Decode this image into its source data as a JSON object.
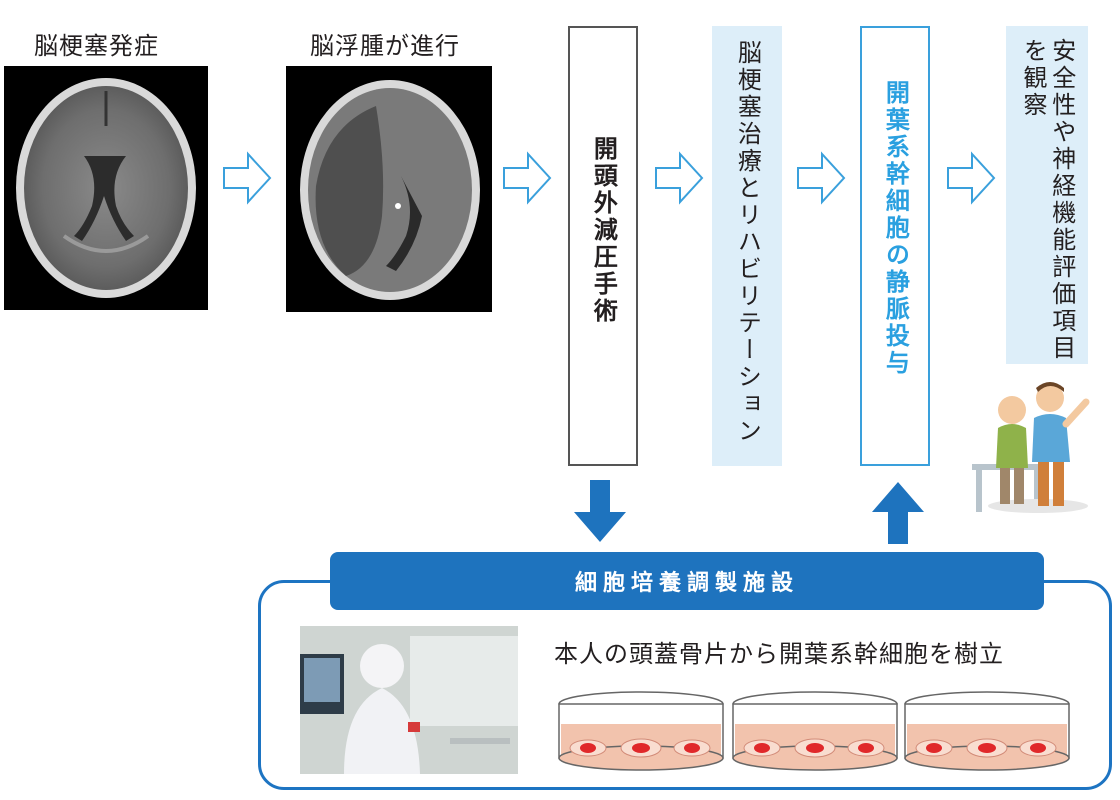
{
  "captions": {
    "stroke_onset": "脳梗塞発症",
    "edema_progress": "脳浮腫が進行"
  },
  "steps": {
    "decompression": "開頭外減圧手術",
    "treatment": "脳梗塞治療とリハビリテーション",
    "iv_administration": "開葉系幹細胞の静脈投与",
    "observation": "安全性や神経機能評価項目を観察"
  },
  "facility": {
    "title": "細胞培養調製施設",
    "description": "本人の頭蓋骨片から開葉系幹細胞を樹立"
  },
  "colors": {
    "accent_blue": "#1e73be",
    "light_blue": "#3aa0dc",
    "pale_blue_fill": "#ddeef9",
    "cell_red": "#e0282a",
    "dish_pink": "#f2c3ad"
  }
}
